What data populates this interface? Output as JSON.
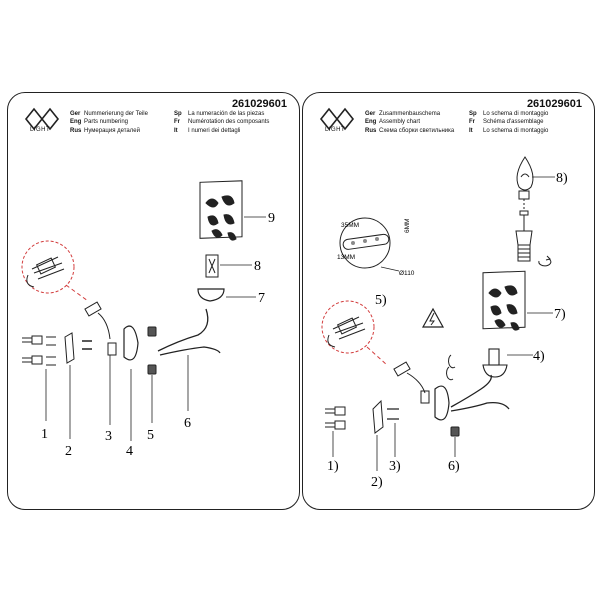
{
  "left_sheet": {
    "logo_text": "LIGHT",
    "code": "261029601",
    "legend": [
      {
        "lang": "Ger",
        "text": "Nummerierung der Teile"
      },
      {
        "lang": "Eng",
        "text": "Parts numbering"
      },
      {
        "lang": "Rus",
        "text": "Нумерация деталей"
      },
      {
        "lang": "Sp",
        "text": "La numeración de las piezas"
      },
      {
        "lang": "Fr",
        "text": "Numérotation des composants"
      },
      {
        "lang": "It",
        "text": "I numeri dei dettagli"
      }
    ],
    "labels": {
      "p1": "1",
      "p2": "2",
      "p3": "3",
      "p4": "4",
      "p5": "5",
      "p6": "6",
      "p7": "7",
      "p8": "8",
      "p9": "9"
    }
  },
  "right_sheet": {
    "logo_text": "LIGHT",
    "code": "261029601",
    "legend": [
      {
        "lang": "Ger",
        "text": "Zusammenbauschema"
      },
      {
        "lang": "Eng",
        "text": "Assembly chart"
      },
      {
        "lang": "Rus",
        "text": "Схема сборки светильника"
      },
      {
        "lang": "Sp",
        "text": "Lo schema di montaggio"
      },
      {
        "lang": "Fr",
        "text": "Schéma d'assemblage"
      },
      {
        "lang": "It",
        "text": "Lo schema di montaggio"
      }
    ],
    "labels": {
      "p1": "1)",
      "p2": "2)",
      "p3": "3)",
      "p4": "4)",
      "p5": "5)",
      "p6": "6)",
      "p7": "7)",
      "p8": "8)"
    },
    "dimensions": {
      "d35": "35MM",
      "d6": "6MM",
      "d13": "13MM",
      "d110": "Ø110"
    }
  },
  "colors": {
    "line": "#222222",
    "dash": "#d23c3c",
    "hole": "#8a8a8a"
  }
}
